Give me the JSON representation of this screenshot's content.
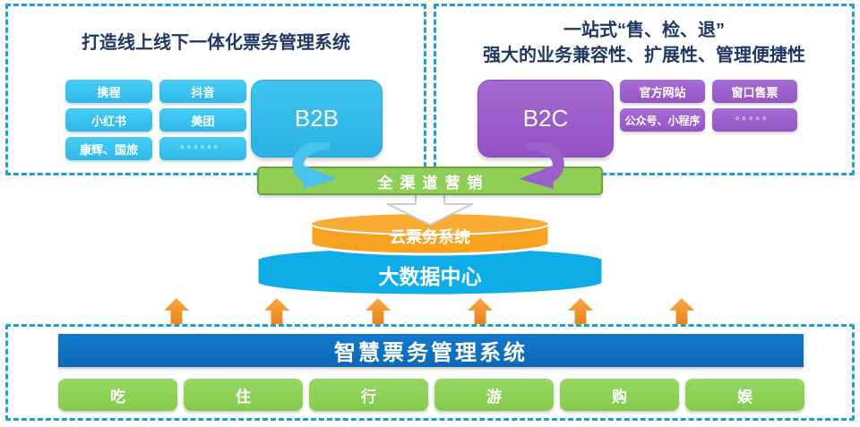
{
  "top_left_panel": {
    "title": "打造线上线下一体化票务管理系统",
    "channels": [
      "携程",
      "抖音",
      "小红书",
      "美团",
      "康辉、国旅",
      "。。。。。。"
    ],
    "main_label": "B2B"
  },
  "top_right_panel": {
    "title_line1": "一站式“售、检、退”",
    "title_line2": "强大的业务兼容性、扩展性、管理便捷性",
    "main_label": "B2C",
    "channels": [
      "官方网站",
      "窗口售票",
      "公众号、小程序",
      "。。。。。"
    ]
  },
  "middle": {
    "marketing_bar": "全渠道营销",
    "cloud_cylinder": "云票务系统",
    "data_cylinder": "大数据中心"
  },
  "bottom_panel": {
    "system_bar": "智慧票务管理系统",
    "categories": [
      "吃",
      "住",
      "行",
      "游",
      "购",
      "娱"
    ]
  },
  "colors": {
    "dashed_border": "#1B9FDB",
    "title_text": "#1F3864",
    "cyan_box": "#38C3EF",
    "purple_box": "#9C5FCB",
    "green_bar": "#8FCE57",
    "orange_cylinder": "#F7A120",
    "blue_cylinder": "#0EADE7",
    "blue_bar": "#1174C7",
    "green_category": "#8ED058",
    "orange_arrow": "#F08A28"
  }
}
